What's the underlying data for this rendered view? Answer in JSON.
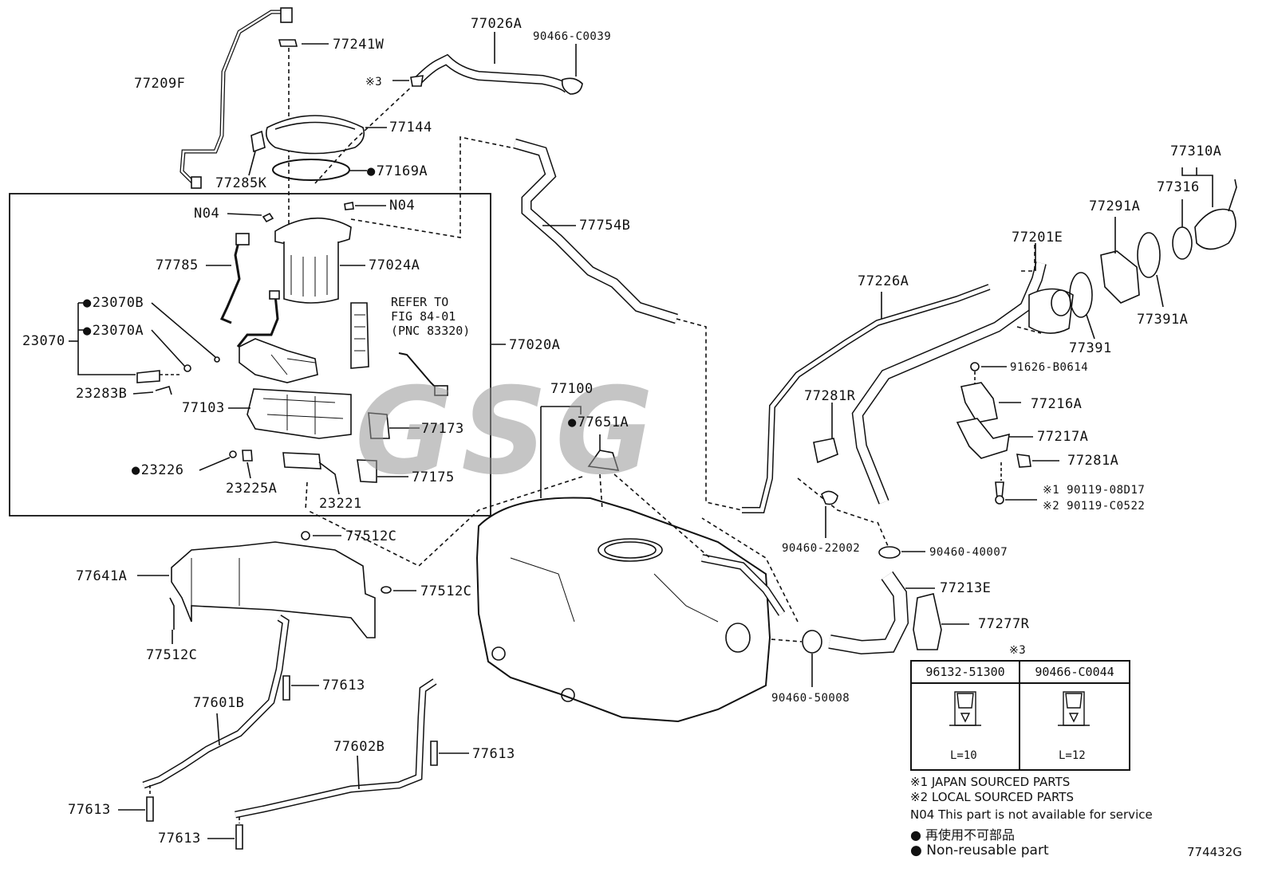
{
  "diagram": {
    "id": "774432G",
    "watermark": "GSG",
    "labels": {
      "p77026A": "77026A",
      "p90466C0039": "90466-C0039",
      "p77241W": "77241W",
      "p77209F": "77209F",
      "p77144": "77144",
      "p77285K": "77285K",
      "p77169A": "77169A",
      "n04a": "N04",
      "n04b": "N04",
      "p77785": "77785",
      "p77024A": "77024A",
      "p23070B": "23070B",
      "p23070": "23070",
      "p23070A": "23070A",
      "p23283B": "23283B",
      "p77103": "77103",
      "p77173": "77173",
      "p23226": "23226",
      "p23225A": "23225A",
      "p23221": "23221",
      "p77175": "77175",
      "p77020A": "77020A",
      "p77754B": "77754B",
      "p77100": "77100",
      "p77651A": "77651A",
      "p77512Ca": "77512C",
      "p77512Cb": "77512C",
      "p77512Cc": "77512C",
      "p77641A": "77641A",
      "p77613a": "77613",
      "p77613b": "77613",
      "p77613c": "77613",
      "p77613d": "77613",
      "p77601B": "77601B",
      "p77602B": "77602B",
      "p77226A": "77226A",
      "p77201E": "77201E",
      "p77291A": "77291A",
      "p77316": "77316",
      "p77310A": "77310A",
      "p77391": "77391",
      "p77391A": "77391A",
      "p91626": "91626-B0614",
      "p77216A": "77216A",
      "p77217A": "77217A",
      "p77281R": "77281R",
      "p77281A": "77281A",
      "p90119a": "※1 90119-08D17",
      "p90119b": "※2 90119-C0522",
      "p90460_22002": "90460-22002",
      "p90460_40007": "90460-40007",
      "p77213E": "77213E",
      "p77277R": "77277R",
      "p90460_50008": "90460-50008",
      "note3": "※3"
    },
    "refer_note": "REFER TO\nFIG 84-01\n(PNC 83320)",
    "clip_table": {
      "marker": "※3",
      "col1": "96132-51300",
      "col2": "90466-C0044",
      "len1": "L=10",
      "len2": "L=12"
    },
    "legend": {
      "note1": "※1  JAPAN SOURCED PARTS",
      "note2": "※2  LOCAL SOURCED PARTS",
      "n04": "N04 This part is not available for service",
      "jp": "● 再使用不可部品",
      "en": "● Non-reusable part"
    }
  }
}
